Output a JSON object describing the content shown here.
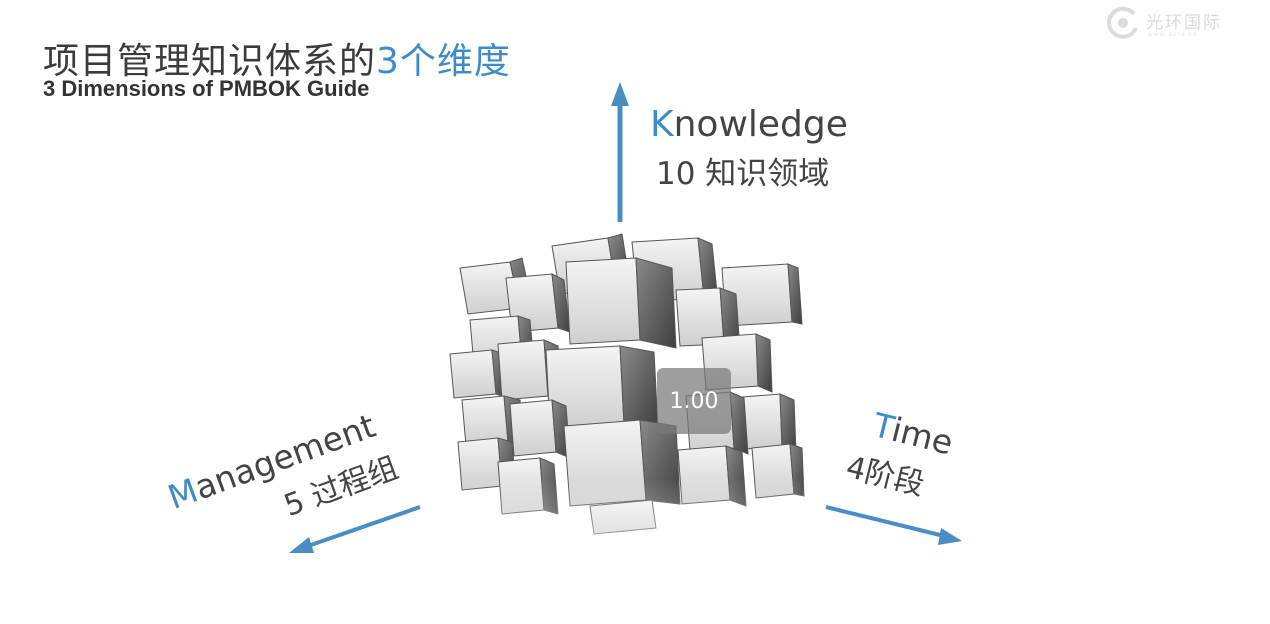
{
  "title": {
    "cn_main": "项目管理知识体系的",
    "cn_accent": "3个维度",
    "en": "3 Dimensions of PMBOK Guide"
  },
  "logo": {
    "text": "光环国际",
    "sub": "www.aura.cn"
  },
  "axes": {
    "knowledge": {
      "first": "K",
      "rest": "nowledge",
      "sub": "10 知识领域"
    },
    "management": {
      "first": "M",
      "rest": "anagement",
      "sub": "5 过程组"
    },
    "time": {
      "first": "T",
      "rest": "ime",
      "sub": "4阶段"
    }
  },
  "overlay": {
    "speed": "1.00"
  },
  "colors": {
    "accent": "#3d8cc9",
    "text": "#444444",
    "arrow": "#4a8cc4"
  },
  "icons": {
    "logo": "aura-logo-icon",
    "cube": "cube-blocks-icon"
  }
}
